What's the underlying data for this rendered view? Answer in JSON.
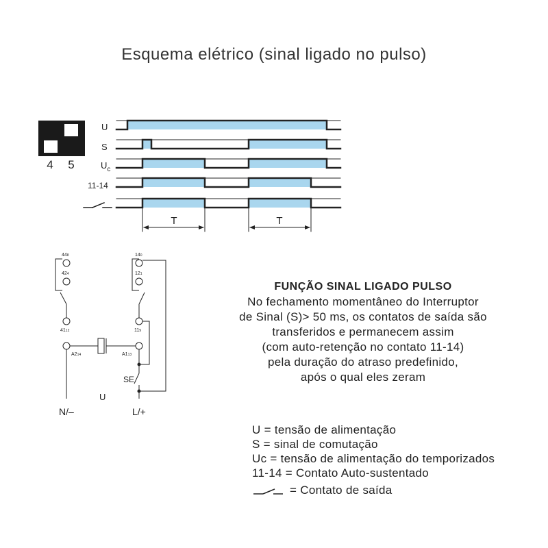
{
  "title": "Esquema elétrico (sinal ligado no pulso)",
  "selector": {
    "left": "4",
    "right": "5"
  },
  "timing": {
    "rows": [
      {
        "label": "U"
      },
      {
        "label": "S"
      },
      {
        "label": "Uc"
      },
      {
        "label": "11-14"
      },
      {
        "label": ""
      }
    ],
    "period_label": "T"
  },
  "wiring": {
    "terminals": {
      "t44": "44",
      "t44sub": "8",
      "t42": "42",
      "t42sub": "4",
      "t41": "41",
      "t41sub": "12",
      "t14": "14",
      "t14sub": "0",
      "t12": "12",
      "t12sub": "1",
      "t11": "11",
      "t11sub": "9",
      "a2": "A2",
      "a2sub": "14",
      "a1": "A1",
      "a1sub": "13"
    },
    "se": "SE",
    "u": "U",
    "n": "N/–",
    "l": "L/+"
  },
  "description": {
    "heading": "FUNÇÃO SINAL LIGADO PULSO",
    "lines": [
      "No fechamento momentâneo do Interruptor",
      "de Sinal (S)> 50 ms, os contatos de saída são",
      "transferidos e permanecem assim",
      "(com auto-retenção no contato 11-14)",
      "pela duração do atraso predefinido,",
      "após o qual eles zeram"
    ]
  },
  "legend": [
    "U = tensão de alimentação",
    "S = sinal de comutação",
    "Uc = tensão de alimentação do temporizados",
    "11-14 = Contato Auto-sustentado",
    "= Contato de saída"
  ],
  "colors": {
    "pulse_fill": "#a9d6ee",
    "ink": "#222222"
  }
}
